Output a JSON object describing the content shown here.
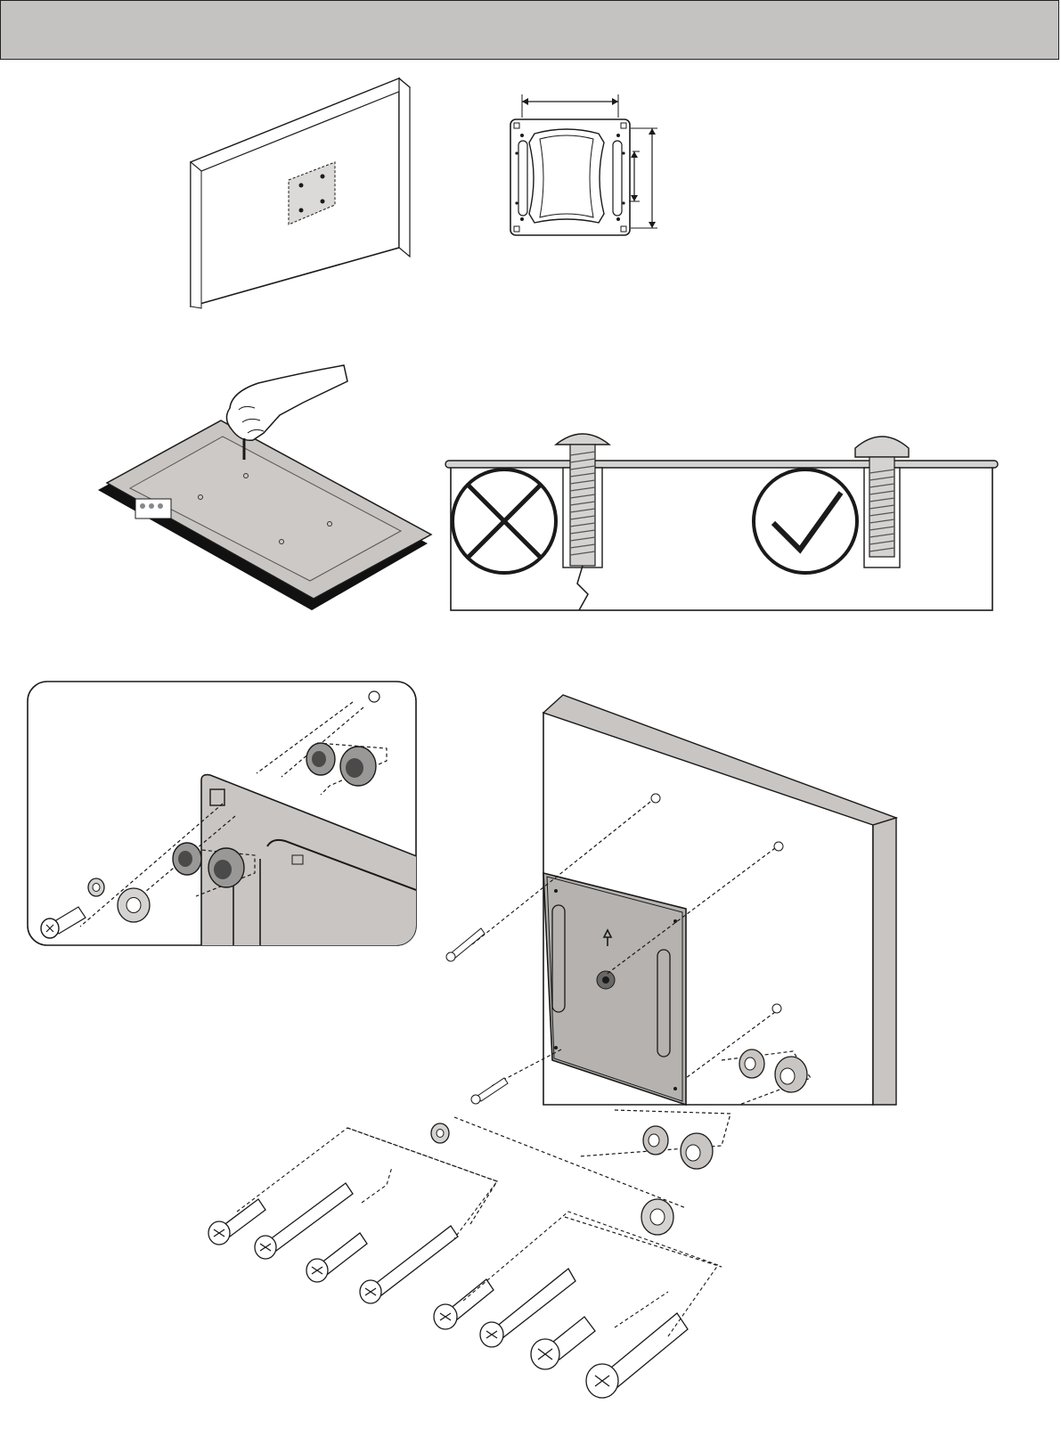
{
  "page": {
    "header_bar_color": "#c4c3c1",
    "line_color": "#1a1a1a",
    "panel_fill": "#c8c5c2",
    "sections": [
      {
        "name": "tv-back-mount-pattern",
        "icons": [
          "tv-panel-icon",
          "vesa-hole-pattern-icon"
        ]
      },
      {
        "name": "vesa-mount-plate-measure",
        "icons": [
          "vesa-plate-icon",
          "width-dimension-arrow-icon",
          "height-dimension-arrow-icon"
        ]
      },
      {
        "name": "insert-screw-test",
        "icons": [
          "hand-icon",
          "tv-on-table-icon",
          "screw-icon"
        ]
      },
      {
        "name": "screw-length-check",
        "icons": [
          "incorrect-x-icon",
          "correct-check-icon",
          "long-screw-icon",
          "correct-screw-icon"
        ]
      },
      {
        "name": "spacer-detail-inset",
        "icons": [
          "spacer-icon",
          "washer-icon",
          "screw-icon"
        ]
      },
      {
        "name": "exploded-assembly",
        "icons": [
          "tv-panel-icon",
          "mount-plate-icon",
          "spacer-icon",
          "washer-icon",
          "screw-set-icon"
        ]
      }
    ]
  }
}
